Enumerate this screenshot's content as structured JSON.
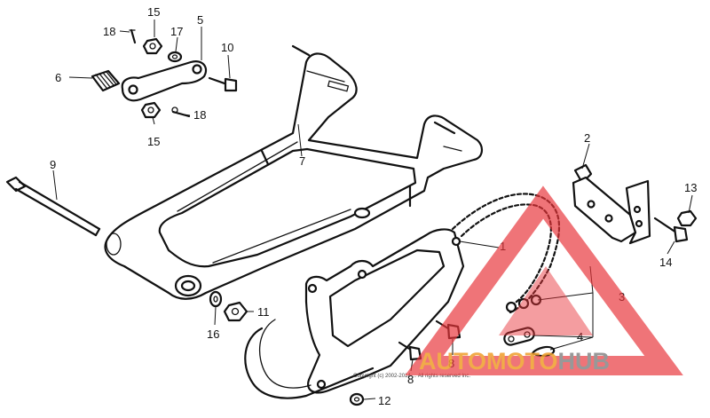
{
  "callouts": {
    "c1": "1",
    "c2": "2",
    "c3": "3",
    "c4": "4",
    "c5": "5",
    "c6": "6",
    "c7": "7",
    "c8a": "8",
    "c8b": "8",
    "c9": "9",
    "c10": "10",
    "c11": "11",
    "c12": "12",
    "c13": "13",
    "c14": "14",
    "c15a": "15",
    "c15b": "15",
    "c16": "16",
    "c17": "17",
    "c18a": "18",
    "c18b": "18"
  },
  "watermark": {
    "part1": "AUTO",
    "part2": "MOTO",
    "part3": "HUB",
    "color_orange": "#f0a030",
    "color_gray": "#8a8a8a",
    "color_red": "#e8343a"
  },
  "copyright_line": "Copyright (c) 2002-2014 ... All rights reserved Inc."
}
